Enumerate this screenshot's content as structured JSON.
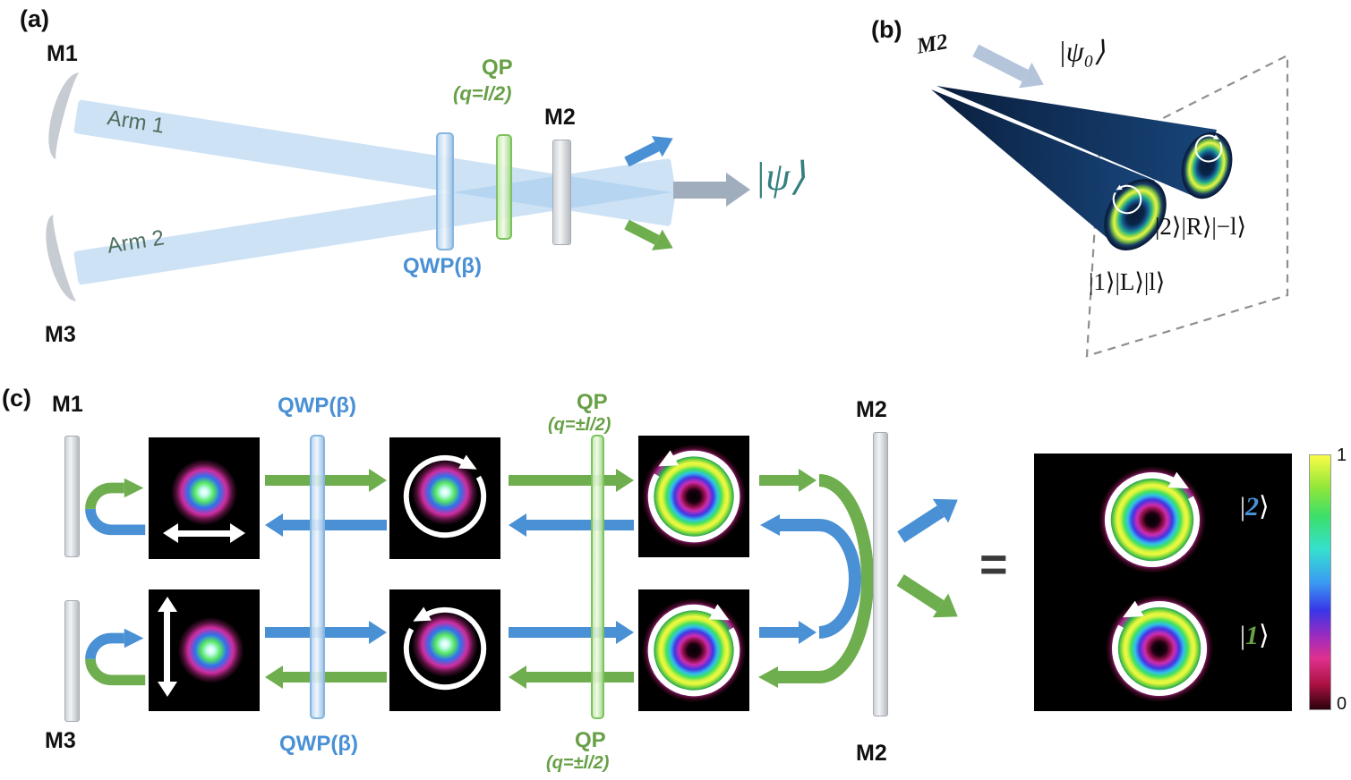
{
  "figure": {
    "panel_a": {
      "label": "(a)",
      "mirror_m1": "M1",
      "mirror_m3": "M3",
      "mirror_m2": "M2",
      "arm1": "Arm 1",
      "arm2": "Arm 2",
      "qwp_label": "QWP(β)",
      "qp_label": "QP",
      "qp_sublabel": "(q=l/2)",
      "output_ket": "|ψ⟩"
    },
    "panel_b": {
      "label": "(b)",
      "mirror_m2": "M2",
      "input_ket": "|ψ₀⟩",
      "ket_mode2": "|2⟩|R⟩|−l⟩",
      "ket_mode1": "|1⟩|L⟩|l⟩"
    },
    "panel_c": {
      "label": "(c)",
      "mirror_m1": "M1",
      "mirror_m3": "M3",
      "mirror_m2_top": "M2",
      "mirror_m2_bottom": "M2",
      "qwp_top": "QWP(β)",
      "qwp_bottom": "QWP(β)",
      "qp_top": "QP",
      "qp_top_sub": "(q=±l/2)",
      "qp_bottom": "QP",
      "qp_bottom_sub": "(q=±l/2)",
      "equals_sign": "=",
      "ket2": {
        "pre": "|",
        "digit": "2",
        "post": "⟩"
      },
      "ket1": {
        "pre": "|",
        "digit": "1",
        "post": "⟩"
      },
      "colorbar": {
        "max": "1",
        "min": "0"
      }
    },
    "colors": {
      "beam_blue": "#a4cbed",
      "arrow_blue": "#4a90d5",
      "arrow_green": "#6fae4e",
      "arrow_gray": "#9fadbd",
      "arrow_steel": "#b4c4da",
      "ket_teal": "#357f7f",
      "cone_navy": "#0a1e3c"
    }
  }
}
